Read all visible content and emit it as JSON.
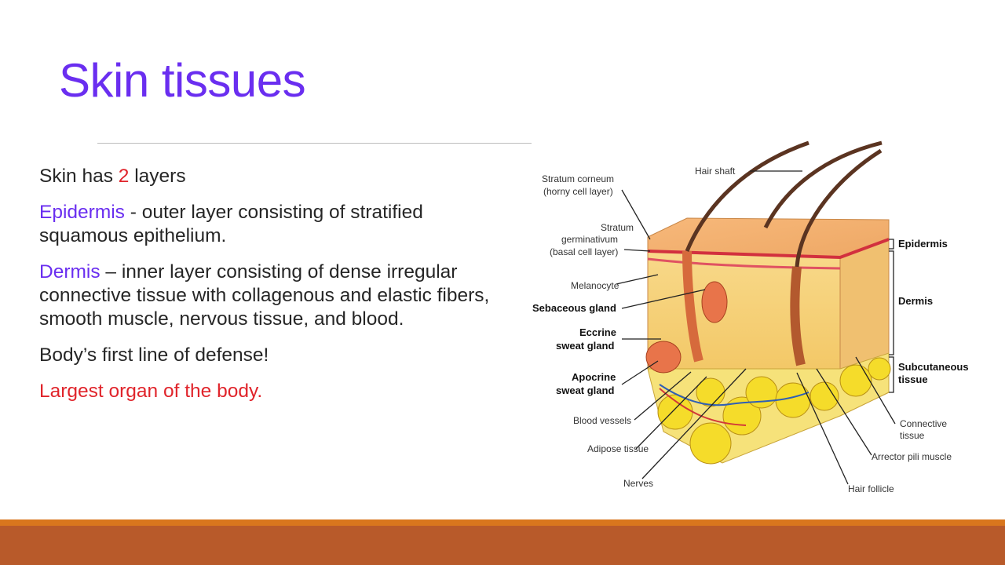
{
  "slide": {
    "title": "Skin tissues",
    "paragraphs": {
      "p1": {
        "before": "Skin has ",
        "highlight": "2",
        "after": " layers"
      },
      "p2": {
        "term": "Epidermis",
        "text": " - outer layer consisting of stratified squamous epithelium."
      },
      "p3": {
        "term": "Dermis",
        "text": " – inner layer consisting of dense irregular connective tissue with collagenous and elastic fibers, smooth muscle, nervous tissue, and blood."
      },
      "p4": {
        "text": "Body’s first line of defense!"
      },
      "p5": {
        "text": "Largest organ of the body."
      }
    }
  },
  "diagram": {
    "labels": {
      "hair_shaft": "Hair shaft",
      "stratum_corneum_1": "Stratum corneum",
      "stratum_corneum_2": "(horny cell layer)",
      "stratum_germ_1": "Stratum",
      "stratum_germ_2": "germinativum",
      "stratum_germ_3": "(basal cell layer)",
      "melanocyte": "Melanocyte",
      "sebaceous_gland": "Sebaceous gland",
      "eccrine_1": "Eccrine",
      "eccrine_2": "sweat gland",
      "apocrine_1": "Apocrine",
      "apocrine_2": "sweat gland",
      "blood_vessels": "Blood vessels",
      "adipose_tissue": "Adipose tissue",
      "nerves": "Nerves",
      "epidermis": "Epidermis",
      "dermis": "Dermis",
      "subcutaneous_1": "Subcutaneous",
      "subcutaneous_2": "tissue",
      "connective_1": "Connective",
      "connective_2": "tissue",
      "arrector_pili": "Arrector pili muscle",
      "hair_follicle": "Hair follicle"
    }
  },
  "colors": {
    "title": "#6a2ef0",
    "term": "#6a2ef0",
    "highlight": "#e0242b",
    "body_text": "#262626",
    "bar_thin": "#d9761d",
    "bar_thick": "#b85a2a"
  }
}
